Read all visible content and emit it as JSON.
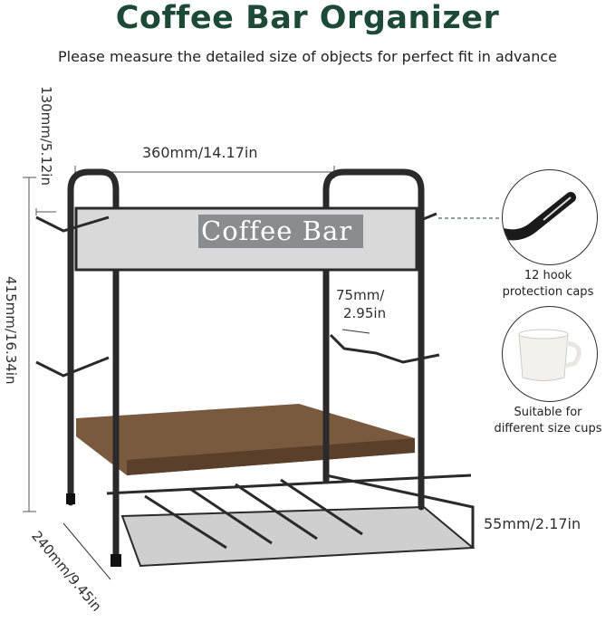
{
  "header": {
    "title": "Coffee Bar Organizer",
    "subtitle": "Please measure the detailed size of objects for perfect fit in advance"
  },
  "product": {
    "sign_text": "Coffee Bar",
    "colors": {
      "title": "#1d4a37",
      "frame": "#2a2a2a",
      "wood": "#7a5a3e",
      "sign": "#8a8d8f"
    }
  },
  "dimensions": {
    "top_height": "130mm/5.12in",
    "width": "360mm/14.17in",
    "total_height": "415mm/16.34in",
    "hook_spacing_line1": "75mm/",
    "hook_spacing_line2": "2.95in",
    "drawer_height": "55mm/2.17in",
    "depth": "240mm/9.45in"
  },
  "features": [
    {
      "icon": "hook-cap-icon",
      "line1": "12 hook",
      "line2": "protection caps"
    },
    {
      "icon": "coffee-cup-icon",
      "line1": "Suitable for",
      "line2": "different size cups"
    }
  ]
}
